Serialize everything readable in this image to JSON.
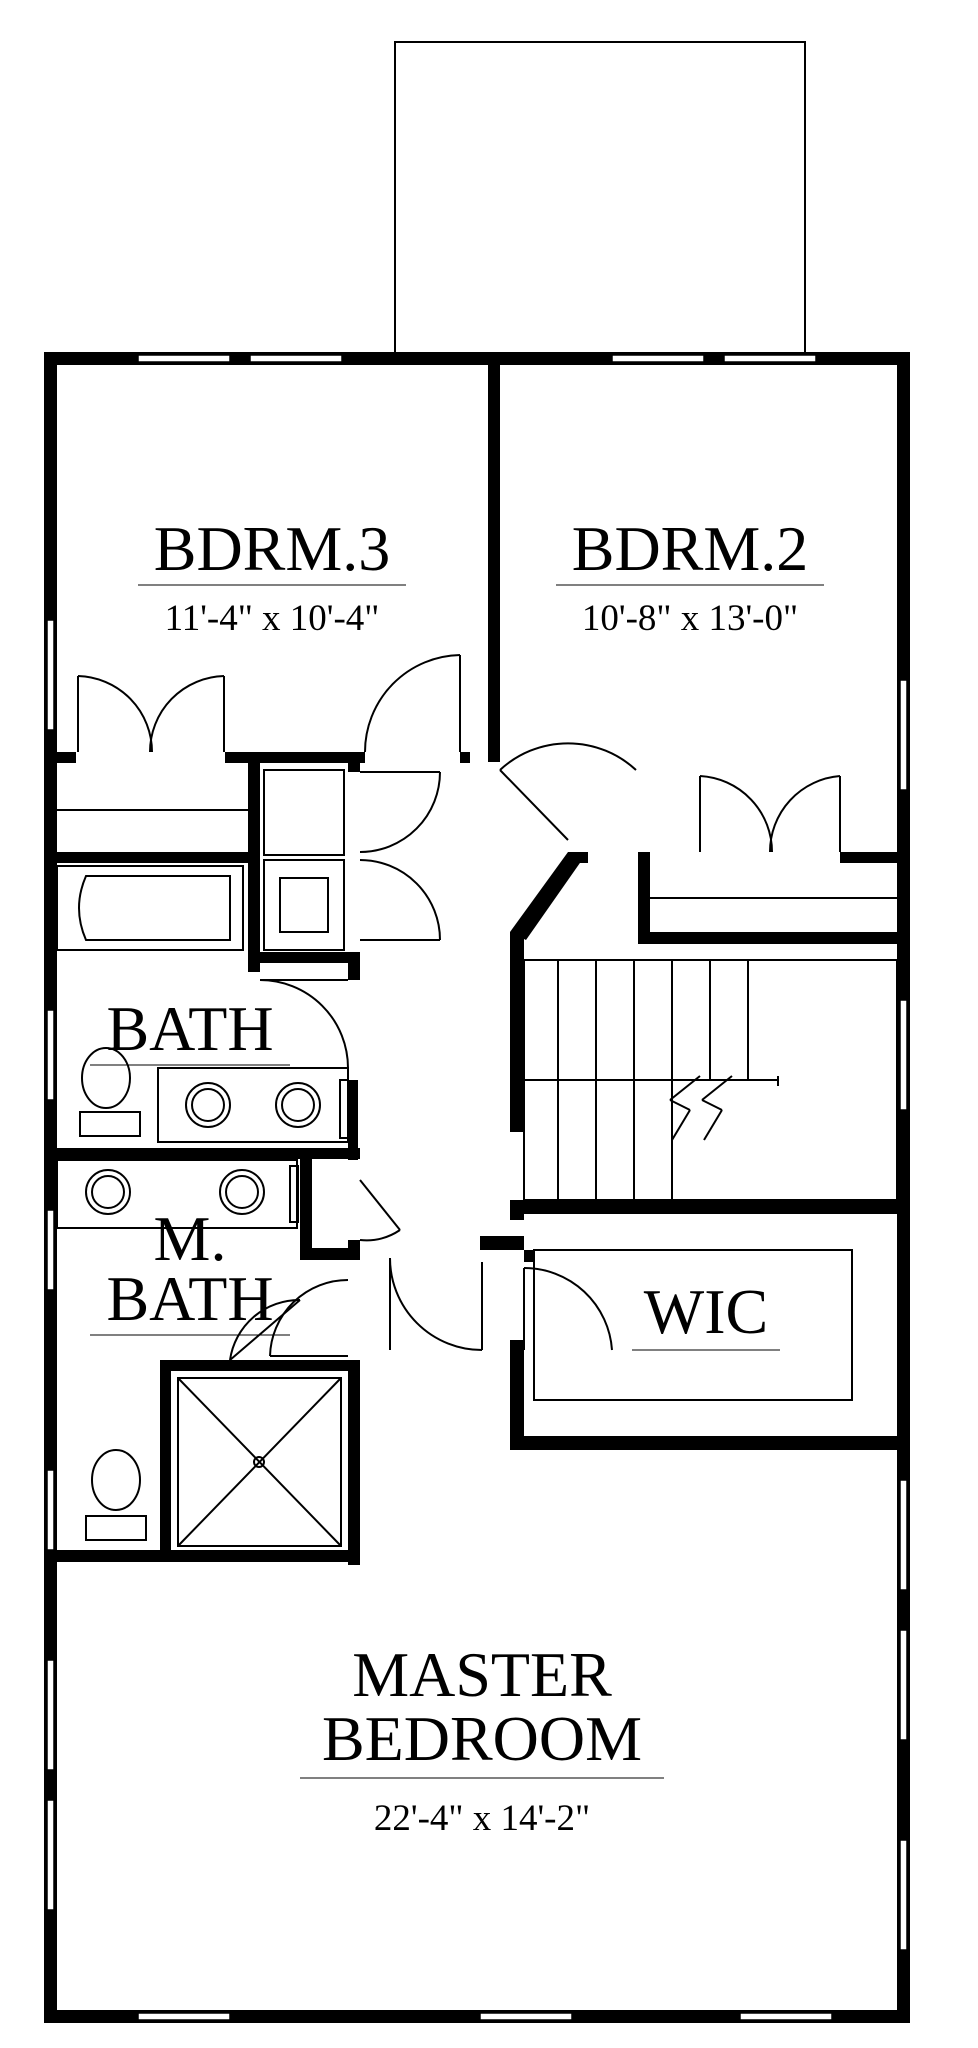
{
  "rooms": {
    "bdrm3": {
      "name": "BDRM.3",
      "dims": "11'-4\" x 10'-4\""
    },
    "bdrm2": {
      "name": "BDRM.2",
      "dims": "10'-8\" x 13'-0\""
    },
    "bath": {
      "name": "BATH"
    },
    "master_bath": {
      "line1": "M.",
      "line2": "BATH"
    },
    "wic": {
      "name": "WIC"
    },
    "master_bedroom": {
      "line1": "MASTER",
      "line2": "BEDROOM",
      "dims": "22'-4\" x 14'-2\""
    }
  },
  "colors": {
    "wall": "#000000",
    "line": "#000000",
    "background": "#ffffff"
  }
}
